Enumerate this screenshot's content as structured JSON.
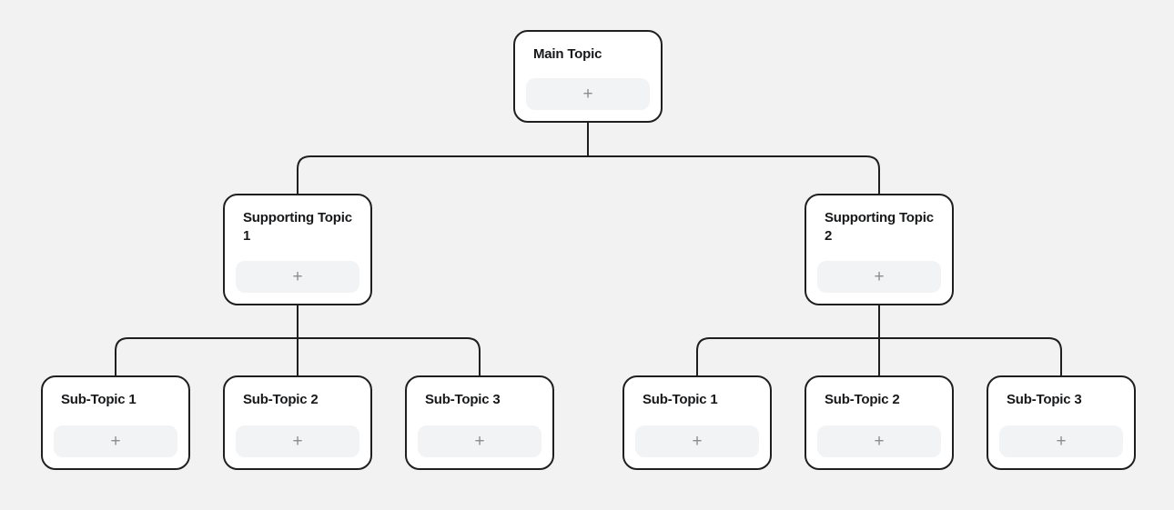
{
  "theme": {
    "canvas_background": "#f2f2f2",
    "node_background": "#ffffff",
    "node_border_color": "#1f1f1f",
    "connector_color": "#1f1f1f",
    "title_color": "#17181a",
    "add_button_background": "#f2f3f4",
    "add_button_icon_color": "#8a8d91"
  },
  "nodes": {
    "main": {
      "title": "Main Topic",
      "add_button": "+"
    },
    "supporting_1": {
      "title": "Supporting Topic 1",
      "add_button": "+"
    },
    "supporting_2": {
      "title": "Supporting Topic 2",
      "add_button": "+"
    },
    "left_sub_1": {
      "title": "Sub-Topic 1",
      "add_button": "+"
    },
    "left_sub_2": {
      "title": "Sub-Topic 2",
      "add_button": "+"
    },
    "left_sub_3": {
      "title": "Sub-Topic 3",
      "add_button": "+"
    },
    "right_sub_1": {
      "title": "Sub-Topic 1",
      "add_button": "+"
    },
    "right_sub_2": {
      "title": "Sub-Topic 2",
      "add_button": "+"
    },
    "right_sub_3": {
      "title": "Sub-Topic 3",
      "add_button": "+"
    }
  }
}
